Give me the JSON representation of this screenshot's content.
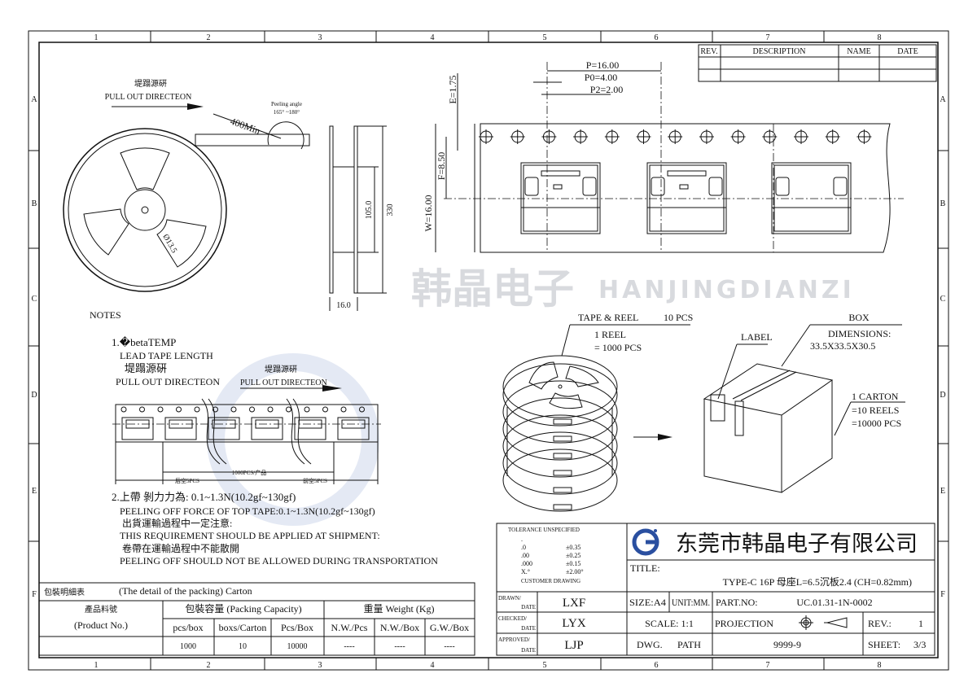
{
  "frame": {
    "columns": [
      "1",
      "2",
      "3",
      "4",
      "5",
      "6",
      "7",
      "8"
    ],
    "rows": [
      "A",
      "B",
      "C",
      "D",
      "E",
      "F"
    ]
  },
  "revision_table": {
    "headers": [
      "REV.",
      "DESCRIPTION",
      "NAME",
      "DATE"
    ]
  },
  "reel_view": {
    "pull_cn": "堤蹋源硏",
    "pull_en": "PULL OUT DIRECTEON",
    "lead_length": "400Min",
    "peeling_angle_label": "Peeling angle",
    "peeling_angle_value": "165° ~180°",
    "hub_diameter": "Ø13.5",
    "hub_height": "105.0",
    "reel_diameter": "330",
    "reel_width": "16.0"
  },
  "tape_view": {
    "P": "P=16.00",
    "P0": "P0=4.00",
    "P2": "P2=2.00",
    "E": "E=1.75",
    "F": "F=8.50",
    "W": "W=16.00"
  },
  "notes": {
    "title": "NOTES",
    "n1_cn": "1.�betaTEMP",
    "n1_en": "LEAD TAPE LENGTH",
    "pull_cn": "堤蹋源硏",
    "pull_en": "PULL OUT DIRECTEON",
    "pull2_cn": "堤蹋源硏",
    "pull2_en": "PULL OUT DIRECTEON",
    "trailer": "后空5PCS",
    "product": "1000PCS/产品",
    "leader": "前空5PCS",
    "n2_cn": "2.上帶 剝力力為: 0.1~1.3N(10.2gf~130gf)",
    "n2_en": "PEELING OFF FORCE OF TOP TAPE:0.1~1.3N(10.2gf~130gf)",
    "n3_cn": "出貨運輸過程中一定注意:",
    "n3_en": "THIS REQUIREMENT SHOULD BE APPLIED AT SHIPMENT:",
    "n4_cn": "卷帶在運輸過程中不能散開",
    "n4_en": "PEELING OFF SHOULD NOT BE ALLOWED DURING TRANSPORTATION"
  },
  "packing_iso": {
    "tape_reel": "TAPE & REEL",
    "tape_reel_qty": "10 PCS",
    "reel_line1": "1 REEL",
    "reel_line2": "= 1000 PCS",
    "label": "LABEL",
    "box": "BOX",
    "dimensions_label": "DIMENSIONS:",
    "dimensions": "33.5X33.5X30.5",
    "carton1": "1 CARTON",
    "carton2": "=10 REELS",
    "carton3": "=10000 PCS"
  },
  "packing_table": {
    "title_cn": "包裝明細表",
    "title_en": "(The detail of the packing) Carton",
    "product_cn": "產品料號",
    "product_en": "(Product No.)",
    "capacity": "包裝容量 (Packing Capacity)",
    "weight": "重量  Weight (Kg)",
    "subheaders": [
      "pcs/box",
      "boxs/Carton",
      "Pcs/Box",
      "N.W./Pcs",
      "N.W./Box",
      "G.W./Box"
    ],
    "values": [
      "1000",
      "10",
      "10000",
      "----",
      "----",
      "----"
    ],
    "product_no": ""
  },
  "title_block": {
    "tolerance_title": "TOLERANCE UNSPECIFIED",
    "tolerances": [
      {
        "k": ".",
        "v": ""
      },
      {
        "k": ".0",
        "v": "±0.35"
      },
      {
        "k": ".00",
        "v": "±0.25"
      },
      {
        "k": ".000",
        "v": "±0.15"
      },
      {
        "k": "X.°",
        "v": "±2.00°"
      }
    ],
    "customer_drawing": "CUSTOMER DRAWING",
    "company": "东莞市韩晶电子有限公司",
    "title_label": "TITLE:",
    "title": "TYPE-C 16P 母座L=6.5沉板2.4 (CH=0.82mm)",
    "drawn_label": "DRAWN/",
    "checked_label": "CHECKED/",
    "approved_label": "APPROVED/",
    "date_label": "DATE",
    "drawn": "LXF",
    "checked": "LYX",
    "approved": "LJP",
    "size": "SIZE:A4",
    "unit": "UNIT:MM.",
    "part_no_label": "PART.NO:",
    "part_no": "UC.01.31-1N-0002",
    "scale": "SCALE: 1:1",
    "projection": "PROJECTION",
    "rev_label": "REV.:",
    "rev": "1",
    "dwg_label": "DWG.",
    "path_label": "PATH",
    "dwg_path": "9999-9",
    "sheet_label": "SHEET:",
    "sheet": "3/3"
  },
  "watermark": {
    "cn": "韩晶电子",
    "en": "HANJINGDIANZI"
  },
  "colors": {
    "logo_blue": "#2a4fa0",
    "watermark": "#b9bcc4"
  }
}
